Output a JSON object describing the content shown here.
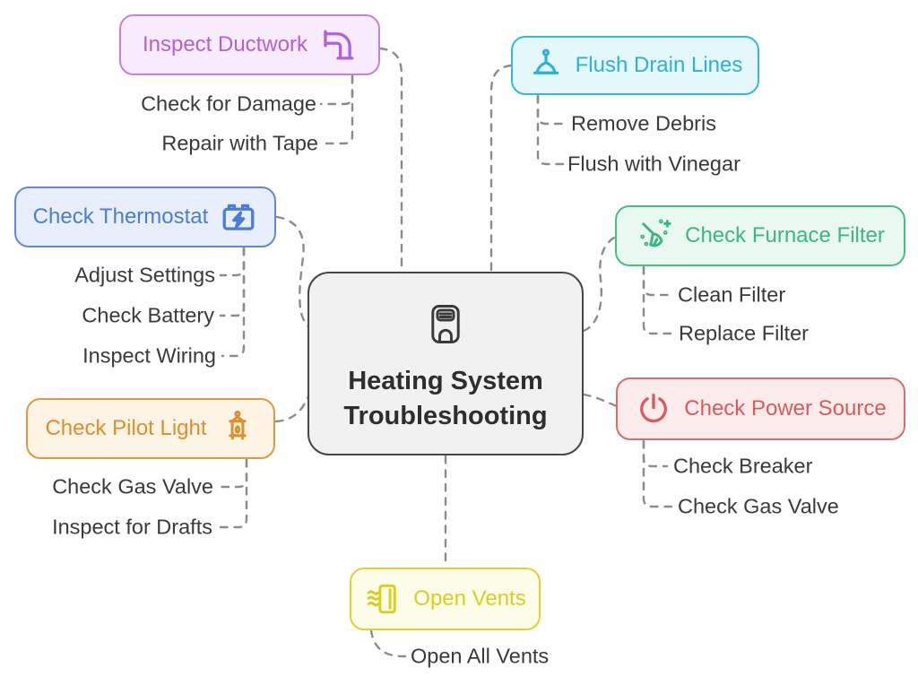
{
  "diagram": {
    "type": "mindmap",
    "background": "#fefefe",
    "connector_color": "#8c8c8c"
  },
  "center": {
    "label_line1": "Heating System",
    "label_line2": "Troubleshooting",
    "icon": "furnace-icon",
    "colors": {
      "bg": "#f1f1f1",
      "border": "#474747",
      "text": "#2e2e2e"
    }
  },
  "branches": [
    {
      "id": "inspect-ductwork",
      "label": "Inspect Ductwork",
      "icon": "pipe-icon",
      "colors": {
        "text": "#b55fd8",
        "border": "#c77fe0",
        "bg": "#f8ecfc"
      },
      "children": [
        "Check for Damage",
        "Repair with Tape"
      ]
    },
    {
      "id": "flush-drain-lines",
      "label": "Flush Drain Lines",
      "icon": "plunger-icon",
      "colors": {
        "text": "#2ab2d7",
        "border": "#35b9da",
        "bg": "#e4f7fb"
      },
      "children": [
        "Remove Debris",
        "Flush with Vinegar"
      ]
    },
    {
      "id": "check-thermostat",
      "label": "Check Thermostat",
      "icon": "battery-icon",
      "colors": {
        "text": "#4a7dd6",
        "border": "#6189d6",
        "bg": "#e8eefb"
      },
      "children": [
        "Adjust Settings",
        "Check Battery",
        "Inspect Wiring"
      ]
    },
    {
      "id": "check-pilot-light",
      "label": "Check Pilot Light",
      "icon": "lantern-icon",
      "colors": {
        "text": "#dd8f2d",
        "border": "#dd9a45",
        "bg": "#fdf4e6"
      },
      "children": [
        "Check Gas Valve",
        "Inspect for Drafts"
      ]
    },
    {
      "id": "check-furnace-filter",
      "label": "Check Furnace Filter",
      "icon": "broom-icon",
      "colors": {
        "text": "#3bb87e",
        "border": "#47bd86",
        "bg": "#e9f9f1"
      },
      "children": [
        "Clean Filter",
        "Replace Filter"
      ]
    },
    {
      "id": "check-power-source",
      "label": "Check Power Source",
      "icon": "power-icon",
      "colors": {
        "text": "#d85c5c",
        "border": "#d96c6c",
        "bg": "#fcebeb"
      },
      "children": [
        "Check Breaker",
        "Check Gas Valve"
      ]
    },
    {
      "id": "open-vents",
      "label": "Open Vents",
      "icon": "vent-icon",
      "colors": {
        "text": "#d9cf1f",
        "border": "#ddd32e",
        "bg": "#fdfce9"
      },
      "children": [
        "Open All Vents"
      ]
    }
  ]
}
